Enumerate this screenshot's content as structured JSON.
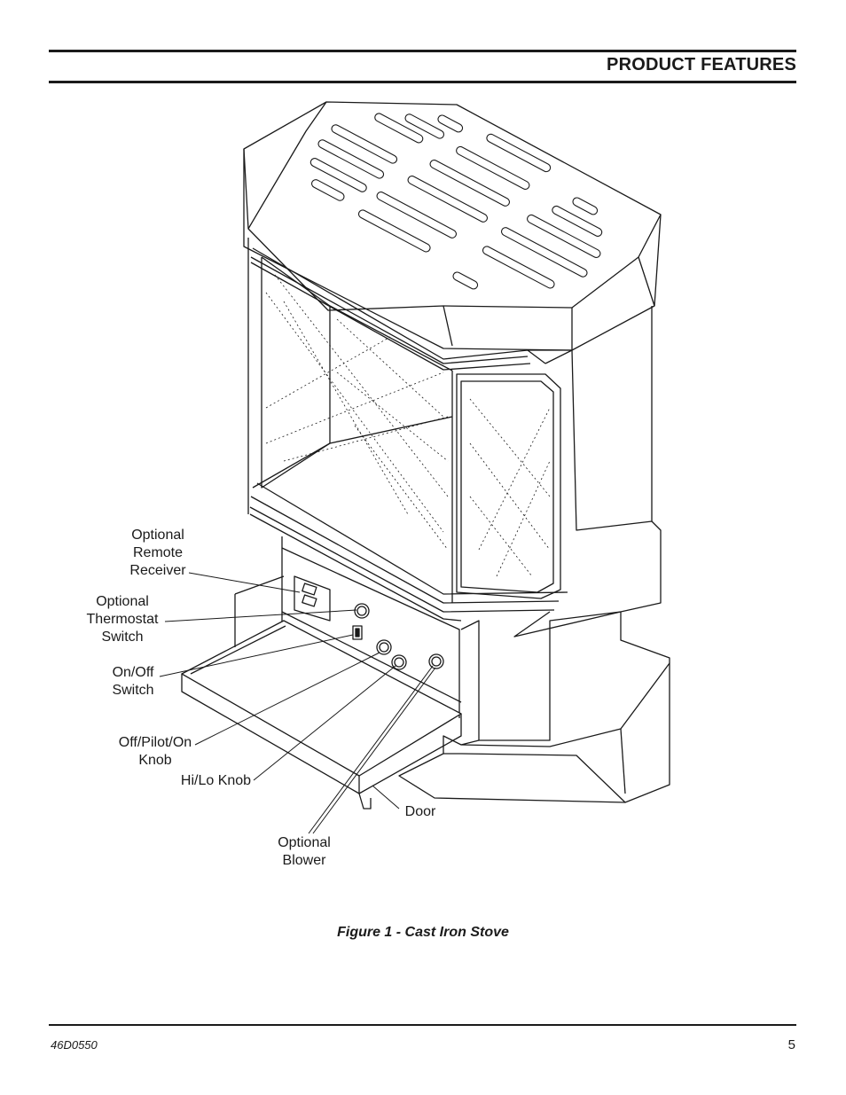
{
  "header": {
    "title": "PRODUCT FEATURES"
  },
  "callouts": {
    "remote_receiver": "Optional\nRemote\nReceiver",
    "thermostat_switch": "Optional\nThermostat\nSwitch",
    "on_off_switch": "On/Off\nSwitch",
    "off_pilot_on_knob": "Off/Pilot/On\nKnob",
    "hi_lo_knob": "Hi/Lo Knob",
    "door": "Door",
    "blower": "Optional\nBlower"
  },
  "caption": "Figure 1 - Cast Iron Stove",
  "footer": {
    "doc_number": "46D0550",
    "page_number": "5"
  }
}
